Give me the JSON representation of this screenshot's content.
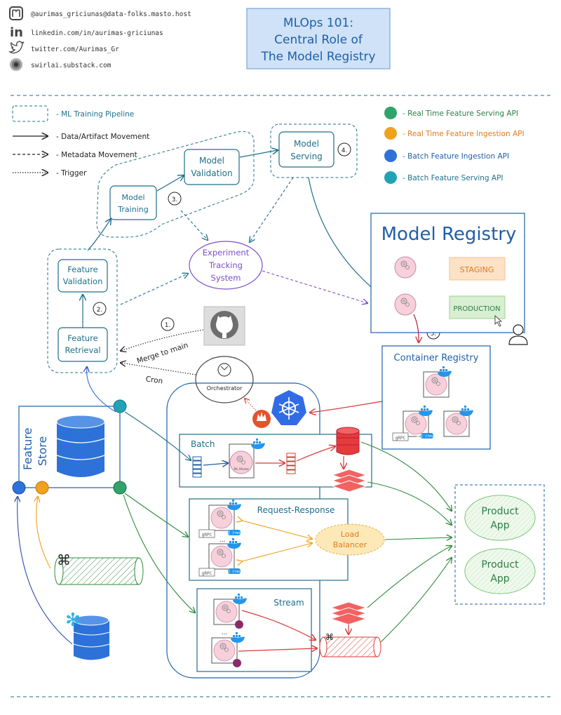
{
  "social": {
    "mastodon": "@aurimas_griciunas@data-folks.masto.host",
    "linkedin": "linkedin.com/in/aurimas-griciunas",
    "twitter": "twitter.com/Aurimas_Gr",
    "substack": "swirlai.substack.com"
  },
  "title": {
    "line1": "MLOps 101:",
    "line2": "Central Role of",
    "line3": "The Model Registry"
  },
  "legend": {
    "pipeline": "- ML Training Pipeline",
    "data_movement": "- Data/Artifact Movement",
    "metadata_movement": "- Metadata Movement",
    "trigger": "- Trigger"
  },
  "api_legend": [
    {
      "label": "- Real Time Feature Serving API",
      "color": "#2fa36b",
      "text_color": "#2e7d46"
    },
    {
      "label": "- Real Time Feature Ingestion API",
      "color": "#f0a21e",
      "text_color": "#e07b1a"
    },
    {
      "label": "- Batch Feature Ingestion API",
      "color": "#2d72d9",
      "text_color": "#1f5fa8"
    },
    {
      "label": "- Batch Feature Serving API",
      "color": "#22a3b5",
      "text_color": "#1f6f8a"
    }
  ],
  "pipeline": {
    "model_training": {
      "l1": "Model",
      "l2": "Training"
    },
    "model_validation": {
      "l1": "Model",
      "l2": "Validation"
    },
    "model_serving": {
      "l1": "Model",
      "l2": "Serving"
    },
    "feature_validation": {
      "l1": "Feature",
      "l2": "Validation"
    },
    "feature_retrieval": {
      "l1": "Feature",
      "l2": "Retrieval"
    },
    "experiment_tracking": {
      "l1": "Experiment",
      "l2": "Tracking",
      "l3": "System"
    },
    "steps": {
      "s1": "1.",
      "s2": "2.",
      "s3": "3.",
      "s4": "4.",
      "s5": "5."
    }
  },
  "triggers": {
    "merge": "Merge to main",
    "cron": "Cron",
    "orchestrator": "Orchestrator"
  },
  "registry": {
    "title": "Model Registry",
    "staging": "STAGING",
    "production": "PRODUCTION"
  },
  "container_registry": {
    "title": "Container Registry"
  },
  "feature_store": {
    "l1": "Feature",
    "l2": "Store"
  },
  "serving": {
    "batch": "Batch",
    "request_response": "Request-Response",
    "stream": "Stream",
    "load_balancer_l1": "Load",
    "load_balancer_l2": "Balancer",
    "ml_model": "ML Model",
    "grpc": "gRPC",
    "api": "API (rest)",
    "dots": "..."
  },
  "product_app": {
    "l1": "Product",
    "l2": "App"
  },
  "colors": {
    "teal": "#1f6f8a",
    "green": "#2e8b3a",
    "red": "#d93b3b",
    "orange": "#f0a21e",
    "blue": "#2d72d9",
    "purple": "#7b4fc9",
    "title_bg": "#cfe2f7",
    "staging_bg": "#fde2c8",
    "production_bg": "#d8efd1"
  }
}
